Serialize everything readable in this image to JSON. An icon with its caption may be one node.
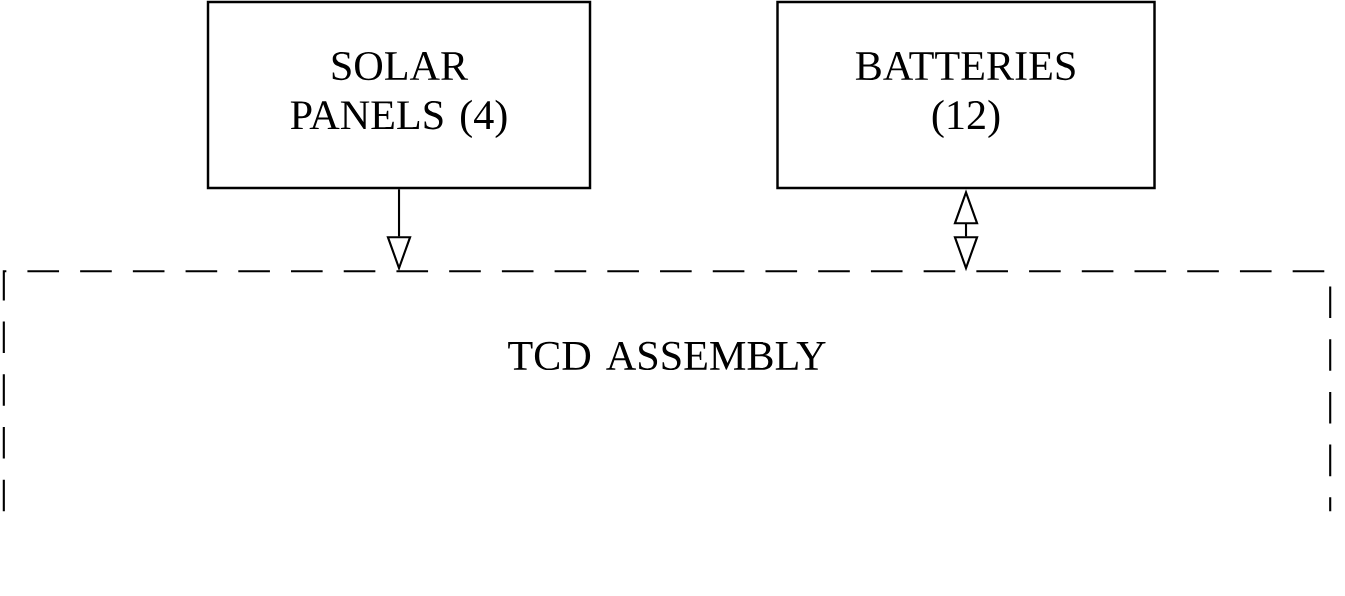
{
  "diagram": {
    "nodes": [
      {
        "text": [
          "SOLAR PANELS (4)"
        ]
      },
      {
        "text": [
          "BATTERIES (12)"
        ]
      },
      {
        "text": [
          "TCD ASSEMBLY"
        ]
      }
    ],
    "edges": [
      {
        "from": 0,
        "to": 2,
        "arrow": "to"
      },
      {
        "from": 1,
        "to": 2,
        "arrow": "both"
      }
    ]
  }
}
